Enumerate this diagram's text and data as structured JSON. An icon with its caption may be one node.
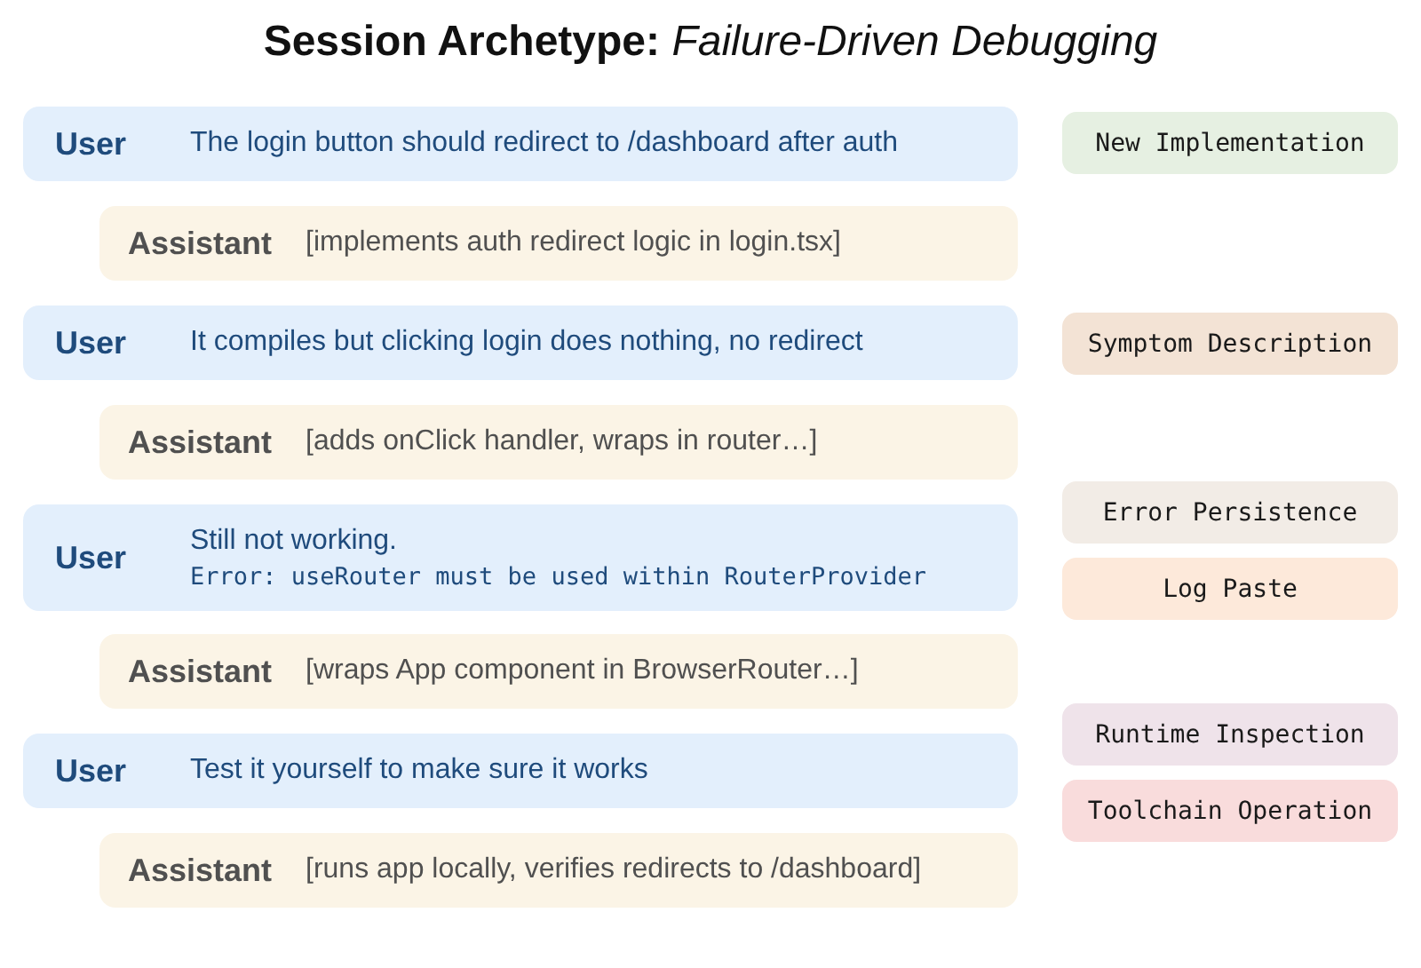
{
  "diagram": {
    "title": "**Session Archetype:** *Failure-Driven Debugging*",
    "nodes": [
      {
        "text": [
          "User",
          "The login button should redirect to /dashboard after auth"
        ]
      },
      {
        "text": [
          "New Implementation"
        ]
      },
      {
        "text": [
          "Assistant",
          "[implements auth redirect logic in login.tsx]"
        ]
      },
      {
        "text": [
          "User",
          "It compiles but clicking login does nothing, no redirect"
        ]
      },
      {
        "text": [
          "Symptom Description"
        ]
      },
      {
        "text": [
          "Assistant",
          "[adds onClick handler, wraps in router…]"
        ]
      },
      {
        "text": [
          "User",
          "Still not working.",
          "Error: useRouter must be used within RouterProvider"
        ]
      },
      {
        "text": [
          "Error Persistence"
        ]
      },
      {
        "text": [
          "Log Paste"
        ]
      },
      {
        "text": [
          "Assistant",
          "[wraps App component in BrowserRouter…]"
        ]
      },
      {
        "text": [
          "User",
          "Test it yourself to make sure it works"
        ]
      },
      {
        "text": [
          "Runtime Inspection"
        ]
      },
      {
        "text": [
          "Toolchain Operation"
        ]
      },
      {
        "text": [
          "Assistant",
          "[runs app locally, verifies redirects to /dashboard]"
        ]
      }
    ]
  }
}
